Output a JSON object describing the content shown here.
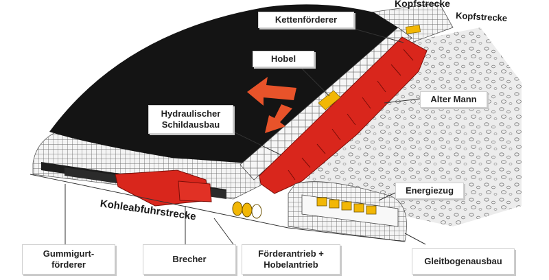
{
  "labels": {
    "kopfstrecke_1": "Kopfstrecke",
    "kopfstrecke_2": "Kopfstrecke",
    "kettenfoerderer": "Kettenförderer",
    "hobel": "Hobel",
    "alter_mann": "Alter Mann",
    "schildausbau": "Hydraulischer\nSchildausbau",
    "energiezug": "Energiezug",
    "kohleabfuhrstrecke": "Kohleabfuhrstrecke",
    "gummigurtfoerderer": "Gummigurt-\nförderer",
    "brecher": "Brecher",
    "antrieb": "Förderantrieb +\nHobelantrieb",
    "gleitbogenausbau": "Gleitbogenausbau"
  },
  "colors": {
    "coal": "#141414",
    "equipment_red": "#d9261c",
    "hobel_yellow": "#f2b705",
    "arrow_orange": "#e8532a",
    "goaf_gray": "#e6e6e6"
  }
}
